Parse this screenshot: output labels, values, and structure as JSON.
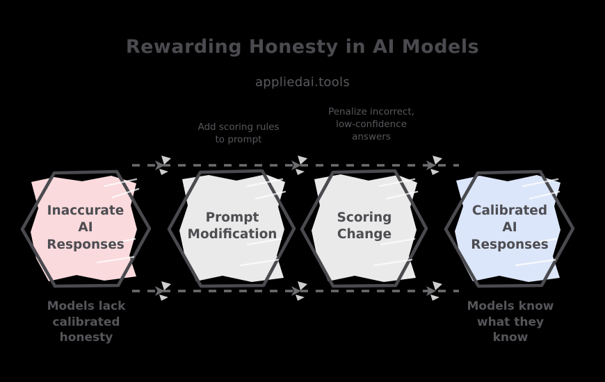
{
  "header": {
    "title": "Rewarding Honesty in AI Models",
    "subtitle": "appliedai.tools"
  },
  "theme": {
    "background": "#000000",
    "stroke": "#4a4a4f",
    "text": "#4d4d52",
    "muted_text": "#58585d",
    "fill_start": "#fadadd",
    "fill_middle": "#eaeaea",
    "fill_end": "#dce6fa",
    "connector": "#6d6d70"
  },
  "diagram": {
    "type": "process-flow",
    "nodes": [
      {
        "id": "node-1",
        "label": "Inaccurate\nAI\nResponses",
        "shape": "hexagon",
        "fill": "#fadadd"
      },
      {
        "id": "node-2",
        "label": "Prompt\nModification",
        "shape": "hexagon",
        "fill": "#eaeaea"
      },
      {
        "id": "node-3",
        "label": "Scoring\nChange",
        "shape": "hexagon",
        "fill": "#eaeaea"
      },
      {
        "id": "node-4",
        "label": "Calibrated\nAI\nResponses",
        "shape": "hexagon",
        "fill": "#dce6fa"
      }
    ],
    "edge_labels": [
      {
        "id": "edge-label-1",
        "text": "Add scoring rules\nto prompt"
      },
      {
        "id": "edge-label-2",
        "text": "Penalize incorrect,\nlow-confidence\nanswers"
      }
    ],
    "captions": [
      {
        "id": "caption-left",
        "text": "Models lack\ncalibrated\nhonesty"
      },
      {
        "id": "caption-right",
        "text": "Models know\nwhat they\nknow"
      }
    ],
    "connectors": {
      "style": "dashed",
      "arrowheads": 3,
      "rows": 2
    }
  }
}
